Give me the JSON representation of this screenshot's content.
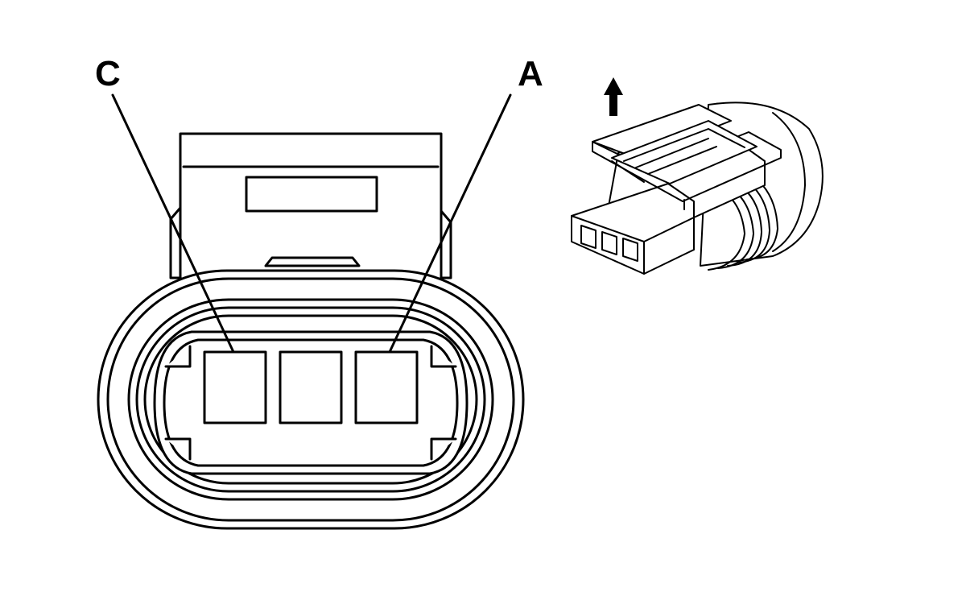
{
  "diagram": {
    "callouts": [
      {
        "id": "c",
        "label": "C"
      },
      {
        "id": "a",
        "label": "A"
      }
    ]
  }
}
